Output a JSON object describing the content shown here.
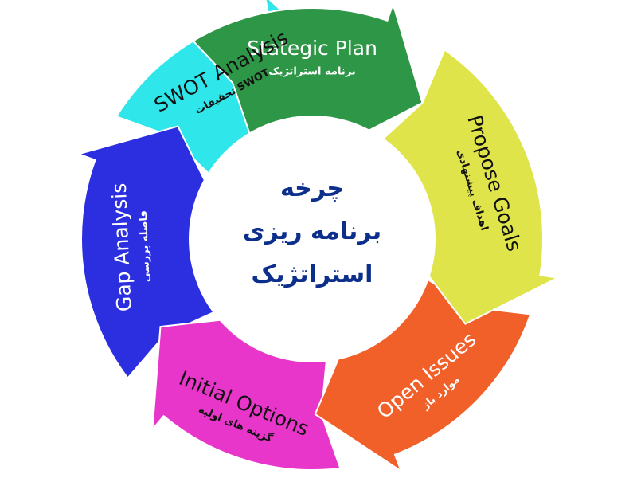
{
  "center": {
    "title_lines": [
      "چرخه",
      "برنامه ریزی",
      "استراتژیک"
    ],
    "color": "#0d2f8c"
  },
  "segments": [
    {
      "id": "strategic-plan",
      "en": "Stategic Plan",
      "fa": "برنامه استراتژیک",
      "color": "#2e9647",
      "text_color": "#ffffff"
    },
    {
      "id": "propose-goals",
      "en": "Propose Goals",
      "fa": "اهداف پیشنهادی",
      "color": "#dfe44b",
      "text_color": "#111111"
    },
    {
      "id": "open-issues",
      "en": "Open Issues",
      "fa": "موارد باز",
      "color": "#f2602a",
      "text_color": "#ffffff"
    },
    {
      "id": "initial-options",
      "en": "Initial Options",
      "fa": "گزینه های اولیه",
      "color": "#e736c9",
      "text_color": "#111111"
    },
    {
      "id": "gap-analysis",
      "en": "Gap Analysis",
      "fa": "فاصله بررسی",
      "color": "#2b2fe0",
      "text_color": "#ffffff"
    },
    {
      "id": "swot-analysis",
      "en": "SWOT Analysis",
      "fa": "تحقیقات SWOT",
      "color": "#2fe6ea",
      "text_color": "#111111"
    }
  ]
}
